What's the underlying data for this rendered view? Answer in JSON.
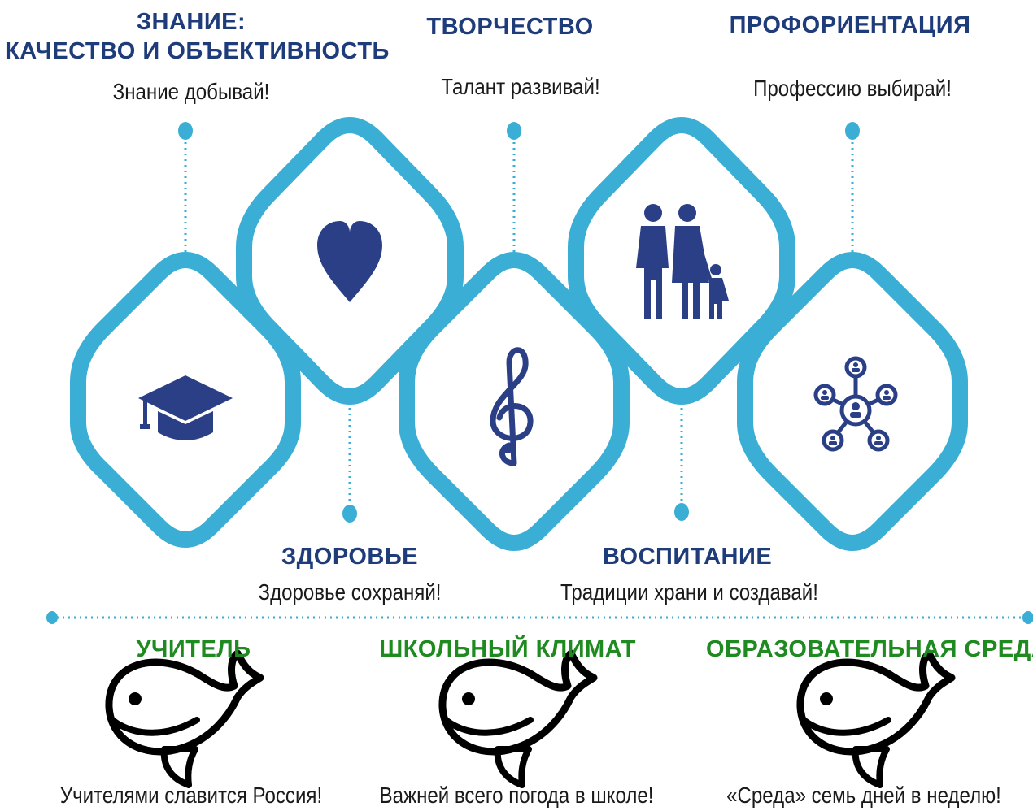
{
  "colors": {
    "frame": "#3aaed4",
    "icon": "#2b3f87",
    "title_blue": "#1f3c7a",
    "title_green": "#1f8a1f",
    "connector": "#3aaed4"
  },
  "directions": [
    {
      "id": "knowledge",
      "title_line1": "ЗНАНИЕ:",
      "title_line2": "КАЧЕСТВО И ОБЪЕКТИВНОСТЬ",
      "slogan": "Знание добывай!",
      "icon": "graduation-cap-icon"
    },
    {
      "id": "health",
      "title": "ЗДОРОВЬЕ",
      "slogan": "Здоровье сохраняй!",
      "icon": "heart-icon"
    },
    {
      "id": "creativity",
      "title": "ТВОРЧЕСТВО",
      "slogan": "Талант развивай!",
      "icon": "treble-clef-icon"
    },
    {
      "id": "upbringing",
      "title": "ВОСПИТАНИЕ",
      "slogan": "Традиции храни и создавай!",
      "icon": "family-icon"
    },
    {
      "id": "career",
      "title": "ПРОФОРИЕНТАЦИЯ",
      "slogan": "Профессию выбирай!",
      "icon": "people-network-icon"
    }
  ],
  "conditions": [
    {
      "id": "teacher",
      "title": "УЧИТЕЛЬ",
      "slogan": "Учителями славится Россия!",
      "icon": "whale-icon"
    },
    {
      "id": "climate",
      "title": "ШКОЛЬНЫЙ КЛИМАТ",
      "slogan": "Важней всего погода в школе!",
      "icon": "whale-icon"
    },
    {
      "id": "environment",
      "title": "ОБРАЗОВАТЕЛЬНАЯ СРЕДА",
      "slogan": "«Среда» семь дней в неделю!",
      "icon": "whale-icon"
    }
  ]
}
